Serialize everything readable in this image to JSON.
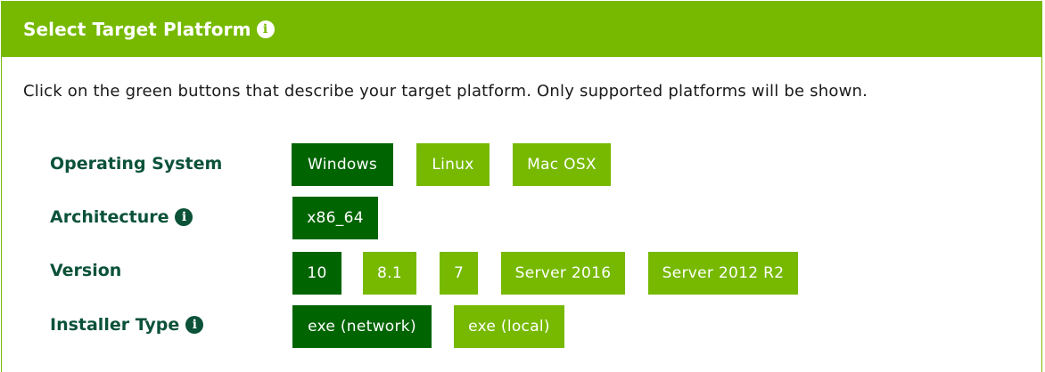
{
  "header": {
    "title": "Select Target Platform",
    "info_icon": "info-circle-icon"
  },
  "description": "Click on the green buttons that describe your target platform. Only supported platforms will be shown.",
  "colors": {
    "accent": "#76b900",
    "selected": "#006400",
    "label": "#0b5239"
  },
  "rows": {
    "os": {
      "label": "Operating System",
      "options": [
        "Windows",
        "Linux",
        "Mac OSX"
      ],
      "selected": "Windows"
    },
    "arch": {
      "label": "Architecture",
      "options": [
        "x86_64"
      ],
      "selected": "x86_64"
    },
    "version": {
      "label": "Version",
      "options": [
        "10",
        "8.1",
        "7",
        "Server 2016",
        "Server 2012 R2"
      ],
      "selected": "10"
    },
    "installer": {
      "label": "Installer Type",
      "options": [
        "exe (network)",
        "exe (local)"
      ],
      "selected": "exe (network)"
    }
  }
}
